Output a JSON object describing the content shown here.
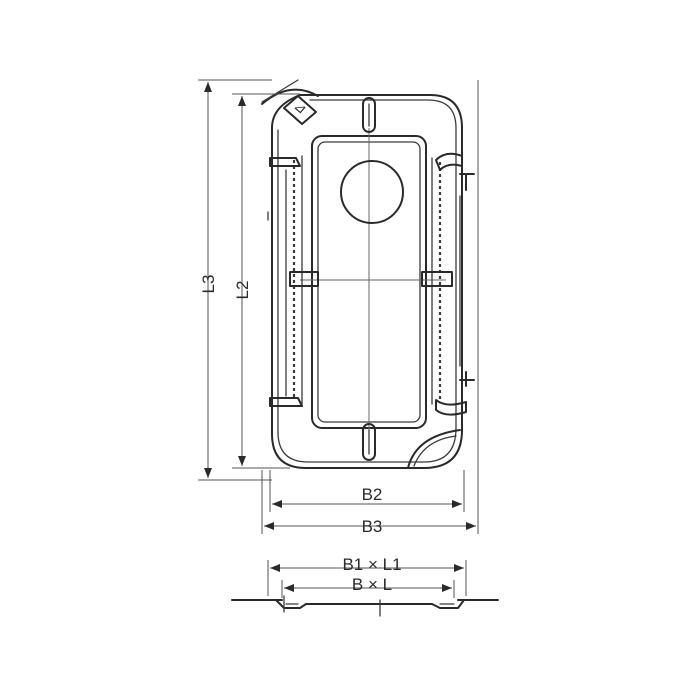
{
  "dimensions": {
    "l3": "L3",
    "l2": "L2",
    "b2": "B2",
    "b3": "B3",
    "b1_l1": "B1 × L1",
    "b_l": "B × L"
  }
}
